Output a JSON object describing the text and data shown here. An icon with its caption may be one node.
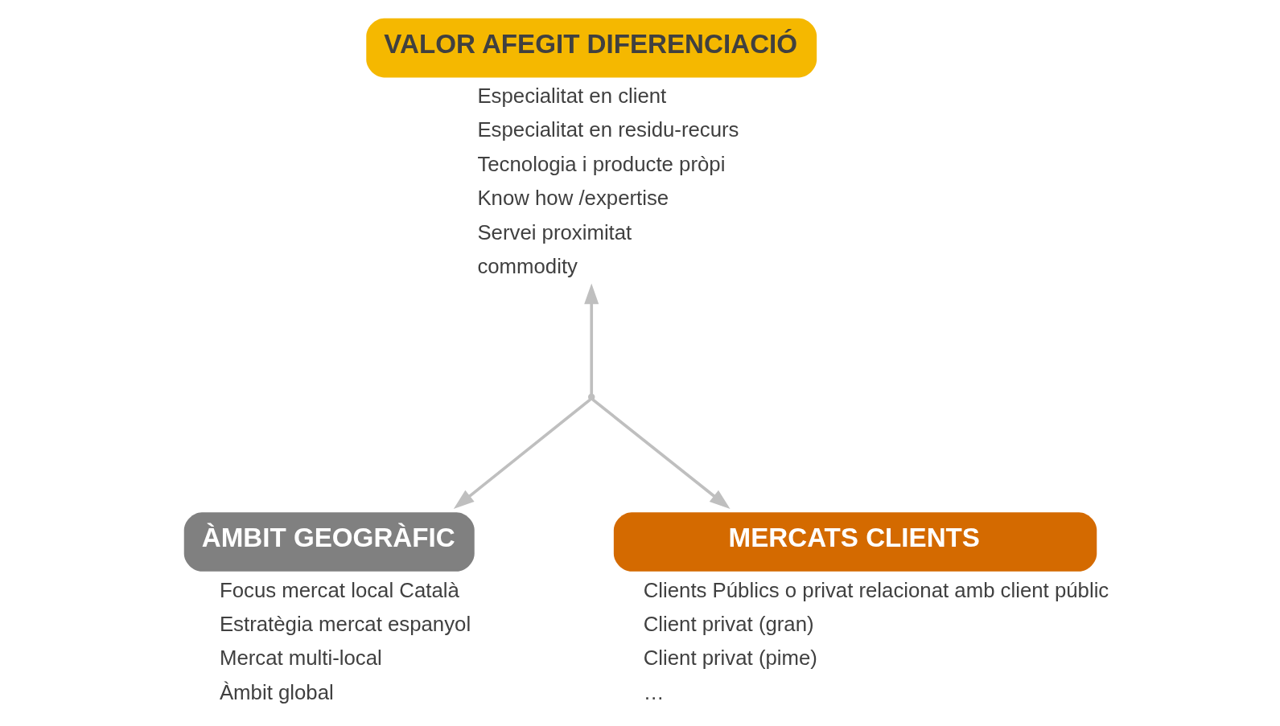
{
  "diagram": {
    "nodes": [
      {
        "text": [
          "VALOR AFEGIT DIFERENCIACIÓ"
        ],
        "beside": [
          "Especialitat en client",
          "Especialitat en residu-recurs",
          "Tecnologia i producte pròpi",
          "Know how /expertise",
          "Servei proximitat",
          "commodity"
        ]
      },
      {
        "text": [
          "ÀMBIT GEOGRÀFIC"
        ],
        "beside": [
          "Focus mercat local Català",
          "Estratègia mercat espanyol",
          "Mercat multi-local",
          "Àmbit global"
        ]
      },
      {
        "text": [
          "MERCATS CLIENTS"
        ],
        "beside": [
          "Clients Públics o privat relacionat amb client públic",
          "Client privat (gran)",
          "Client privat (pime)",
          "…"
        ]
      },
      {
        "text": [],
        "shape": "point"
      }
    ],
    "edges": [
      {
        "from": 3,
        "to": 0,
        "arrow": "to"
      },
      {
        "from": 3,
        "to": 1,
        "arrow": "to"
      },
      {
        "from": 3,
        "to": 2,
        "arrow": "to"
      }
    ]
  }
}
